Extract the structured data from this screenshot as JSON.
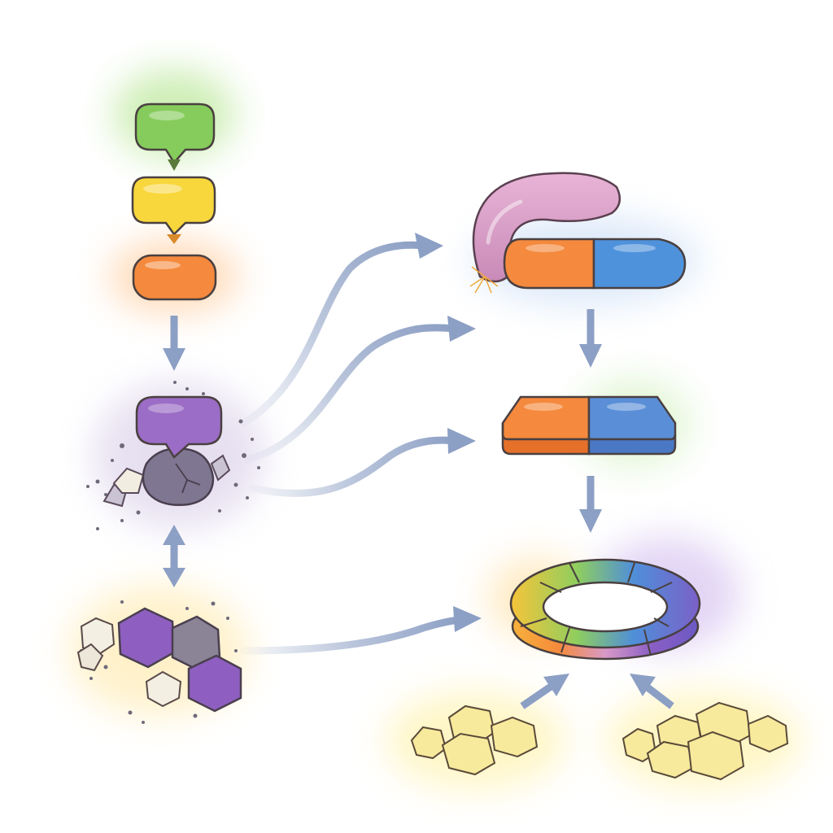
{
  "colors": {
    "green": "#7fc75a",
    "yellow": "#f7d63a",
    "orange": "#f58a3c",
    "purple": "#9a6cc4",
    "blue": "#4f8fd9",
    "pink": "#d99ac8",
    "gray_blob": "#7f7791",
    "crystal_yellow": "#f6e79a",
    "arrow": "#8c9fc4",
    "outline": "#5a4a4a"
  },
  "nodes": [
    {
      "id": "green-block",
      "shape": "rounded-tag",
      "color": "green"
    },
    {
      "id": "yellow-block",
      "shape": "rounded-tag",
      "color": "yellow"
    },
    {
      "id": "orange-block",
      "shape": "pill",
      "color": "orange"
    },
    {
      "id": "purple-block-on-rock",
      "shape": "rounded-tag",
      "color": "purple"
    },
    {
      "id": "purple-hexagon-cluster",
      "shape": "hexagons",
      "color": "purple"
    },
    {
      "id": "pink-hook-with-orange-blue-pill",
      "shape": "hook-pill",
      "color": "pink"
    },
    {
      "id": "orange-blue-slab",
      "shape": "slab",
      "color": "orange"
    },
    {
      "id": "rainbow-ring",
      "shape": "ring",
      "color": "green"
    },
    {
      "id": "yellow-crystals-left",
      "shape": "crystals",
      "color": "crystal_yellow"
    },
    {
      "id": "yellow-crystals-right",
      "shape": "crystals",
      "color": "crystal_yellow"
    }
  ],
  "edges": [
    {
      "from": "green-block",
      "to": "yellow-block",
      "style": "small-pointer"
    },
    {
      "from": "yellow-block",
      "to": "orange-block",
      "style": "small-pointer"
    },
    {
      "from": "orange-block",
      "to": "purple-block-on-rock",
      "style": "straight"
    },
    {
      "from": "purple-block-on-rock",
      "to": "purple-hexagon-cluster",
      "style": "double"
    },
    {
      "from": "purple-block-on-rock",
      "to": "pink-hook-with-orange-blue-pill",
      "style": "curved"
    },
    {
      "from": "purple-block-on-rock",
      "to": "orange-blue-slab",
      "style": "curved"
    },
    {
      "from": "purple-block-on-rock",
      "to": "orange-blue-slab",
      "style": "curved"
    },
    {
      "from": "purple-hexagon-cluster",
      "to": "rainbow-ring",
      "style": "curved"
    },
    {
      "from": "pink-hook-with-orange-blue-pill",
      "to": "orange-blue-slab",
      "style": "straight"
    },
    {
      "from": "orange-blue-slab",
      "to": "rainbow-ring",
      "style": "straight"
    },
    {
      "from": "yellow-crystals-left",
      "to": "rainbow-ring",
      "style": "straight"
    },
    {
      "from": "yellow-crystals-right",
      "to": "rainbow-ring",
      "style": "straight"
    }
  ]
}
